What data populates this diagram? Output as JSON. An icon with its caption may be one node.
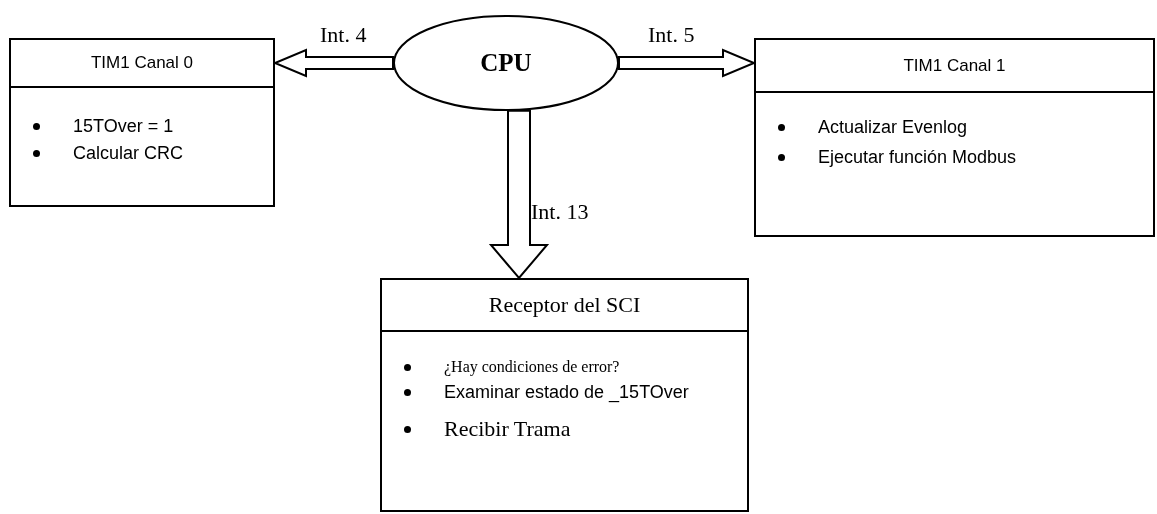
{
  "diagram": {
    "nodes": [
      {
        "text": [
          "TIM1 Canal 0",
          "15TOver = 1",
          "Calcular CRC"
        ]
      },
      {
        "text": [
          "CPU"
        ]
      },
      {
        "text": [
          "TIM1 Canal 1",
          "Actualizar Evenlog",
          "Ejecutar función Modbus"
        ]
      },
      {
        "text": [
          "Receptor del SCI",
          "¿Hay condiciones de error?",
          "Examinar estado de _15TOver",
          "Recibir Trama"
        ]
      }
    ],
    "edges": [
      {
        "from": 1,
        "to": 0,
        "arrow": "to",
        "label": "Int. 4"
      },
      {
        "from": 1,
        "to": 2,
        "arrow": "to",
        "label": "Int. 5"
      },
      {
        "from": 1,
        "to": 3,
        "arrow": "to",
        "label": "Int. 13"
      }
    ]
  }
}
